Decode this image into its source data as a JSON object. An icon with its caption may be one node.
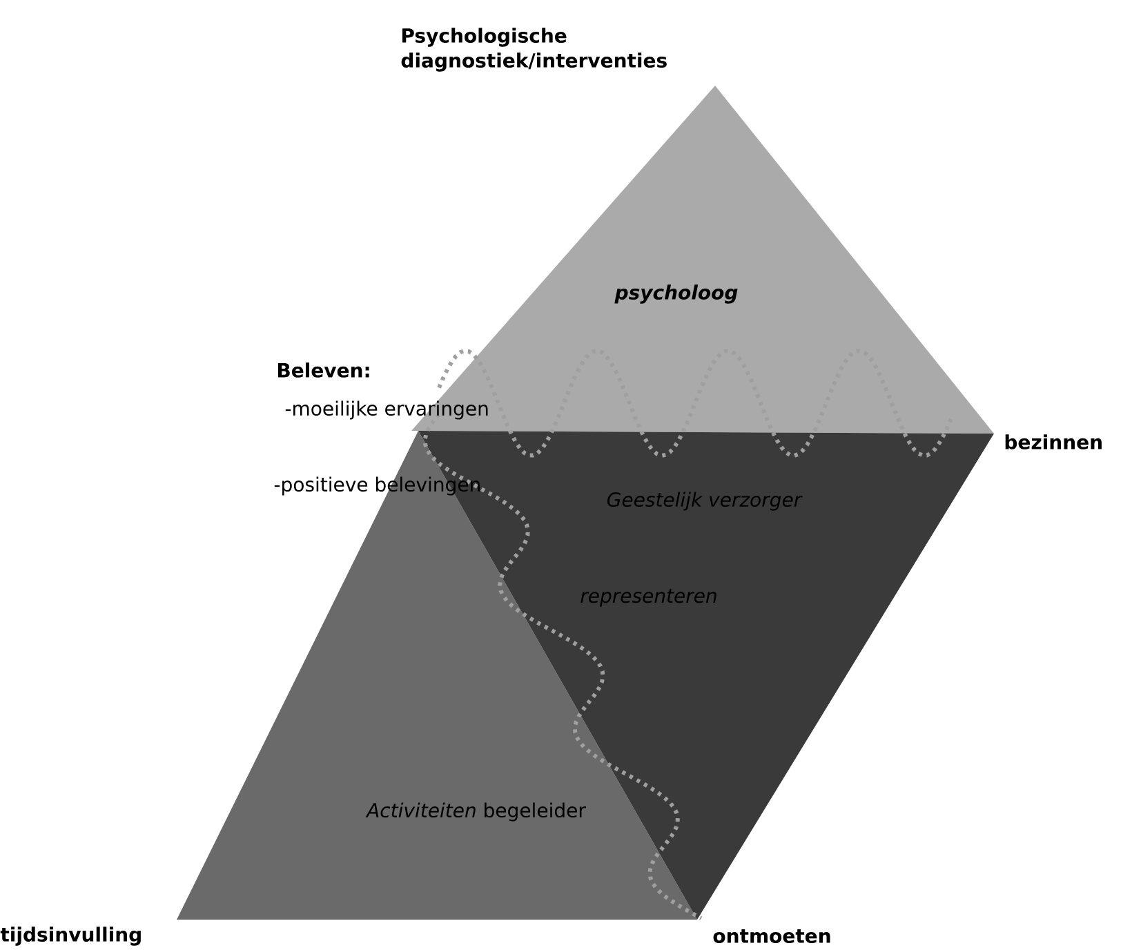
{
  "diagram": {
    "nodes": [
      {
        "text": [
          "psycholoog"
        ]
      },
      {
        "text": [
          "Geestelijk verzorger",
          "representeren"
        ]
      },
      {
        "text": [
          "*Activiteiten* begeleider"
        ]
      }
    ],
    "labels": [
      "Psychologische diagnostiek/interventies",
      "Beleven:",
      "-moeilijke ervaringen",
      "-positieve belevingen",
      "bezinnen",
      "tijdsinvulling",
      "ontmoeten"
    ]
  }
}
